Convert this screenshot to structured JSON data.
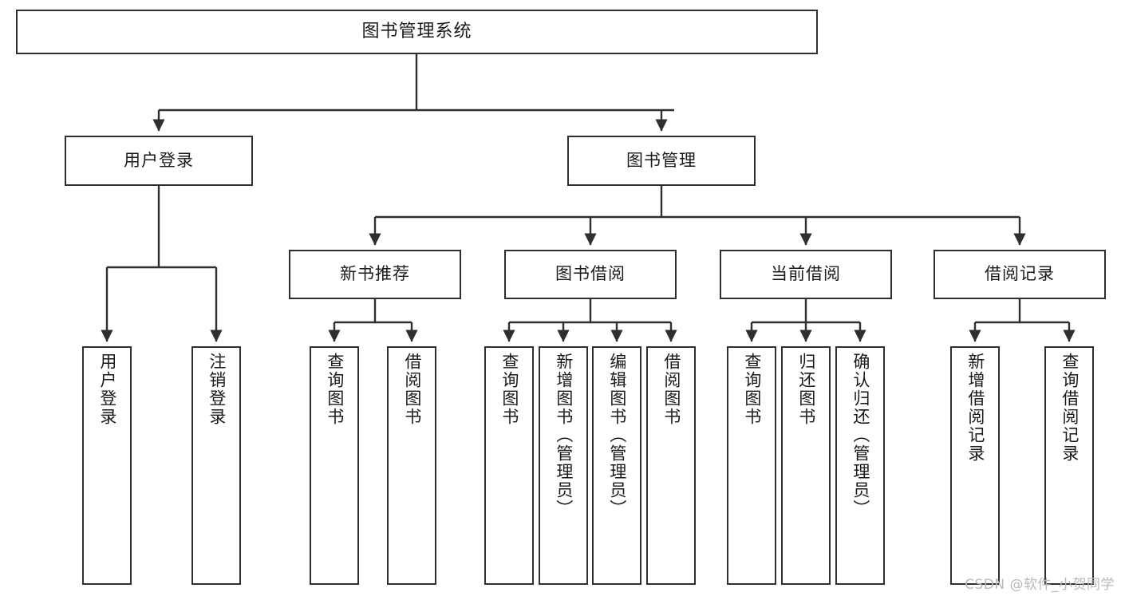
{
  "diagram": {
    "title": "图书管理系统",
    "type": "tree",
    "nodes": {
      "root": {
        "label": "图书管理系统"
      },
      "l1": [
        {
          "id": "user-login",
          "label": "用户登录"
        },
        {
          "id": "book-manage",
          "label": "图书管理"
        }
      ],
      "l2": [
        {
          "id": "new-book-rec",
          "label": "新书推荐"
        },
        {
          "id": "book-borrow",
          "label": "图书借阅"
        },
        {
          "id": "current-borrow",
          "label": "当前借阅"
        },
        {
          "id": "borrow-record",
          "label": "借阅记录"
        }
      ],
      "leaves": {
        "user-login": [
          {
            "id": "leaf-user-login",
            "label": "用户登录"
          },
          {
            "id": "leaf-user-logout",
            "label": "注销登录"
          }
        ],
        "new-book-rec": [
          {
            "id": "leaf-query-book-1",
            "label": "查询图书"
          },
          {
            "id": "leaf-borrow-book-1",
            "label": "借阅图书"
          }
        ],
        "book-borrow": [
          {
            "id": "leaf-query-book-2",
            "label": "查询图书"
          },
          {
            "id": "leaf-add-book",
            "label": "新增图书（管理员）"
          },
          {
            "id": "leaf-edit-book",
            "label": "编辑图书（管理员）"
          },
          {
            "id": "leaf-borrow-book-2",
            "label": "借阅图书"
          }
        ],
        "current-borrow": [
          {
            "id": "leaf-query-book-3",
            "label": "查询图书"
          },
          {
            "id": "leaf-return-book",
            "label": "归还图书"
          },
          {
            "id": "leaf-confirm-return",
            "label": "确认归还（管理员）"
          }
        ],
        "borrow-record": [
          {
            "id": "leaf-add-record",
            "label": "新增借阅记录"
          },
          {
            "id": "leaf-query-record",
            "label": "查询借阅记录"
          }
        ]
      }
    },
    "colors": {
      "stroke": "#2f2f2f",
      "fill": "#ffffff",
      "text": "#1a1a1a",
      "watermark": "#b9b9b9"
    }
  },
  "watermark": {
    "text": "CSDN @软件_小贺同学"
  }
}
